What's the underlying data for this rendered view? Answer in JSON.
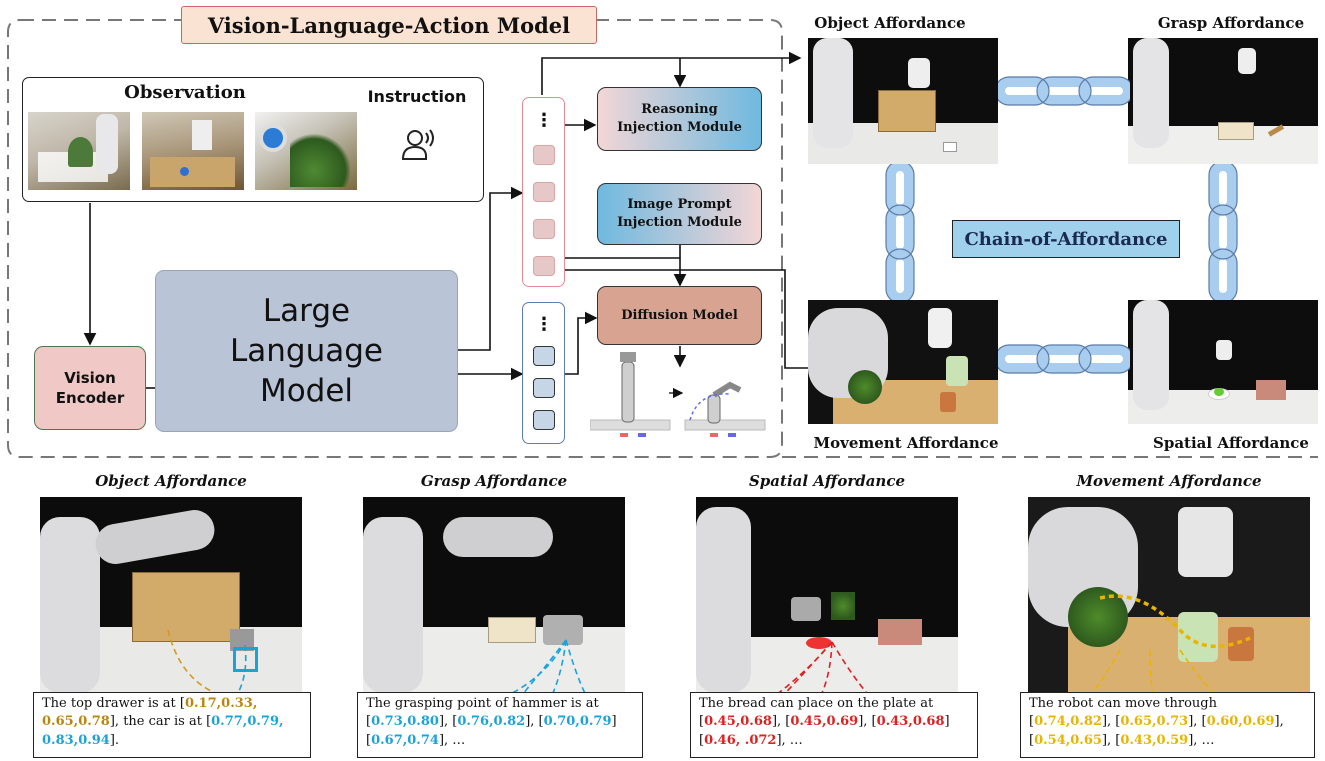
{
  "top": {
    "vla_title": "Vision-Language-Action Model",
    "observation_label": "Observation",
    "instruction_label": "Instruction",
    "vision_encoder_label": "Vision\nEncoder",
    "llm_label": "Large\nLanguage\nModel",
    "reasoning_module": "Reasoning\nInjection Module",
    "image_prompt_module": "Image Prompt\nInjection Module",
    "diffusion_module": "Diffusion Model",
    "token_ellipsis": "⋮",
    "chain_label": "Chain-of-Affordance",
    "corner_captions": {
      "object": "Object Affordance",
      "grasp": "Grasp Affordance",
      "movement": "Movement Affordance",
      "spatial": "Spatial Affordance"
    },
    "icons": [
      "user-voice-icon"
    ],
    "colors": {
      "vla_title_bg": "#fbe3d3",
      "vision_encoder": "#f0c9c6",
      "llm": "#b9c4d6",
      "diffusion": "#d9a391",
      "chain": "#a9cdee",
      "chain_label_bg": "#9fd0ec"
    }
  },
  "bottom": [
    {
      "title": "Object Affordance",
      "segments": [
        {
          "t": "The top drawer is at [",
          "c": ""
        },
        {
          "t": "0.17,0.33,",
          "c": "gold"
        },
        {
          "t": "\n",
          "c": ""
        },
        {
          "t": "0.65,0.78",
          "c": "gold"
        },
        {
          "t": "], the car is at [",
          "c": ""
        },
        {
          "t": "0.77,0.79,",
          "c": "cyan"
        },
        {
          "t": "\n",
          "c": ""
        },
        {
          "t": "0.83,0.94",
          "c": "cyan"
        },
        {
          "t": "].",
          "c": ""
        }
      ]
    },
    {
      "title": "Grasp Affordance",
      "segments": [
        {
          "t": "The grasping point of hammer is at",
          "c": ""
        },
        {
          "t": "\n",
          "c": ""
        },
        {
          "t": "[",
          "c": ""
        },
        {
          "t": "0.73,0.80",
          "c": "cyan"
        },
        {
          "t": "], [",
          "c": ""
        },
        {
          "t": "0.76,0.82",
          "c": "cyan"
        },
        {
          "t": "], [",
          "c": ""
        },
        {
          "t": "0.70,0.79",
          "c": "cyan"
        },
        {
          "t": "]",
          "c": ""
        },
        {
          "t": "\n",
          "c": ""
        },
        {
          "t": "[",
          "c": ""
        },
        {
          "t": "0.67,0.74",
          "c": "cyan"
        },
        {
          "t": "], …",
          "c": ""
        }
      ]
    },
    {
      "title": "Spatial Affordance",
      "segments": [
        {
          "t": "The bread can place on the plate at",
          "c": ""
        },
        {
          "t": "\n",
          "c": ""
        },
        {
          "t": "[",
          "c": ""
        },
        {
          "t": "0.45,0.68",
          "c": "red"
        },
        {
          "t": "], [",
          "c": ""
        },
        {
          "t": "0.45,0.69",
          "c": "red"
        },
        {
          "t": "], [",
          "c": ""
        },
        {
          "t": "0.43,0.68",
          "c": "red"
        },
        {
          "t": "]",
          "c": ""
        },
        {
          "t": "\n",
          "c": ""
        },
        {
          "t": "[",
          "c": ""
        },
        {
          "t": "0.46, .072",
          "c": "red"
        },
        {
          "t": "], …",
          "c": ""
        }
      ]
    },
    {
      "title": "Movement Affordance",
      "segments": [
        {
          "t": "The robot can move through",
          "c": ""
        },
        {
          "t": "\n",
          "c": ""
        },
        {
          "t": "[",
          "c": ""
        },
        {
          "t": "0.74,0.82",
          "c": "yellow"
        },
        {
          "t": "], [",
          "c": ""
        },
        {
          "t": "0.65,0.73",
          "c": "yellow"
        },
        {
          "t": "], [",
          "c": ""
        },
        {
          "t": "0.60,0.69",
          "c": "yellow"
        },
        {
          "t": "],",
          "c": ""
        },
        {
          "t": "\n",
          "c": ""
        },
        {
          "t": "[",
          "c": ""
        },
        {
          "t": "0.54,0.65",
          "c": "yellow"
        },
        {
          "t": "], [",
          "c": ""
        },
        {
          "t": "0.43,0.59",
          "c": "yellow"
        },
        {
          "t": "], …",
          "c": ""
        }
      ]
    }
  ]
}
